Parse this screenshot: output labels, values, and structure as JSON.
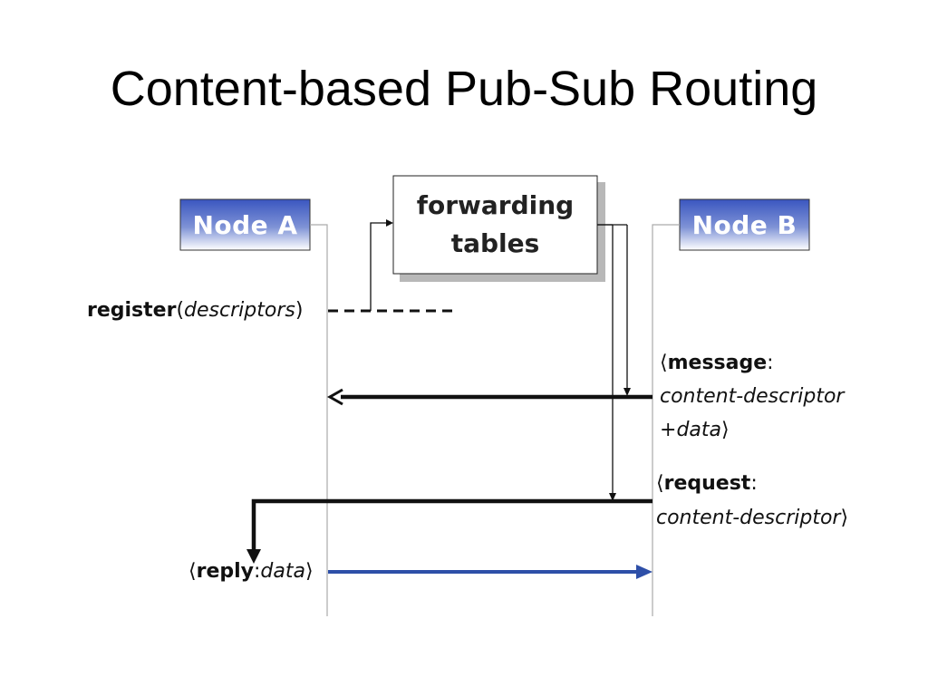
{
  "title": "Content-based Pub-Sub Routing",
  "nodes": {
    "a": {
      "label": "Node A"
    },
    "b": {
      "label": "Node B"
    }
  },
  "forwarding": {
    "line1": "forwarding",
    "line2": "tables"
  },
  "register": {
    "func": "register",
    "open": "(",
    "arg": "descriptors",
    "close": ")"
  },
  "message": {
    "open": "⟨",
    "keyword": "message",
    "colon": ":",
    "descriptor": "content-descriptor",
    "plus": "+",
    "data": "data",
    "close": "⟩"
  },
  "request": {
    "open": "⟨",
    "keyword": "request",
    "colon": ":",
    "descriptor": "content-descriptor",
    "close": "⟩"
  },
  "reply": {
    "open": "⟨",
    "keyword": "reply",
    "colon": ":",
    "data": "data",
    "close": "⟩"
  },
  "colors": {
    "node_gradient_top": "#3a56c0",
    "node_gradient_bottom": "#ffffff",
    "reply_arrow": "#2e4fa8",
    "arrows": "#111111"
  }
}
